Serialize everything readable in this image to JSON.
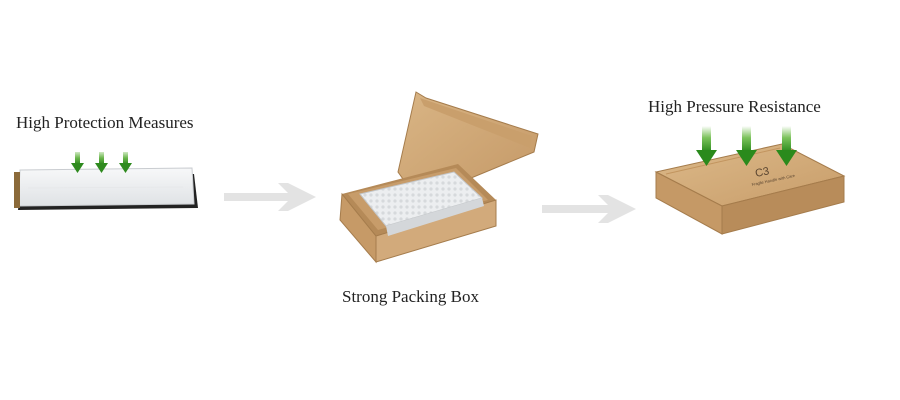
{
  "steps": [
    {
      "label": "High Protection Measures"
    },
    {
      "label": "Strong Packing Box"
    },
    {
      "label": "High Pressure Resistance"
    }
  ],
  "box_print": {
    "mark": "C3",
    "caption": "Fragile Handle with Care"
  },
  "icons": [
    "down-arrow-icon",
    "right-arrow-icon"
  ],
  "colors": {
    "kraft": "#d2aa7b",
    "kraft_dark": "#b58a58",
    "arrow_green": "#3d9a2a",
    "flow_arrow": "#e3e3e3",
    "foam": "#eef0f2"
  }
}
